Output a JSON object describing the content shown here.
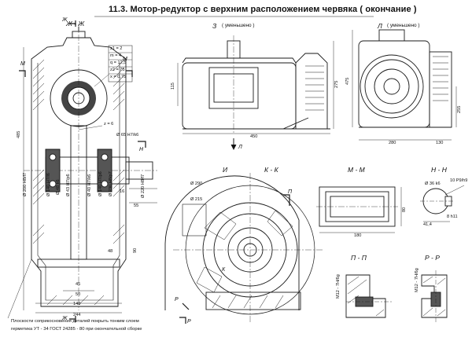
{
  "title": "11.3. Мотор-редуктор с верхним расположением червяка ( окончание )",
  "views": {
    "zh": "Ж - Ж",
    "z": "З",
    "z_note": "( уменьшено )",
    "l": "Л",
    "l_note": "( уменьшено )",
    "i": "И",
    "k": "К - К",
    "m": "М - М",
    "n": "Н - Н",
    "p": "П - П",
    "r": "Р - Р"
  },
  "markers": {
    "zh_top": "Ж",
    "zh_bottom": "Ж",
    "m_left": "М",
    "m_right": "М",
    "n_left": "Н",
    "l_arrow": "Л",
    "k_left": "К",
    "p_arrow": "П",
    "r_left": "Р",
    "r_right": "Р"
  },
  "gear_params": [
    "z1 = 2",
    "m = 4",
    "q = 12,5",
    "z2 = 75",
    "x = 0,75"
  ],
  "dims_left": {
    "d65": "Ø 65 H7/k6",
    "d200": "Ø 200 H8/f7",
    "d140a": "Ø 140 H7/l6",
    "d140b": "Ø 140 H7/p6",
    "d48": "Ø 48 k6",
    "d43": "Ø 43 H7/p6",
    "d40": "Ø 40 H7/k6",
    "d230": "Ø 230 H8/p7",
    "d220": "Ø 220 H8/f7",
    "c55": "55",
    "c16": "16",
    "c45": "45",
    "c50": "50",
    "c140": "140",
    "c244": "244",
    "c48": "48",
    "h485": "485",
    "h90": "90",
    "z6": "z = 6"
  },
  "dims_z": {
    "w450": "450",
    "h275": "275",
    "h115": "115"
  },
  "dims_l": {
    "w280": "280",
    "w130": "130",
    "h475": "475",
    "h255": "255"
  },
  "dims_i": {
    "d290": "Ø 290",
    "d215": "Ø 215"
  },
  "dims_m": {
    "w180": "180",
    "h80": "80"
  },
  "dims_n": {
    "d36": "Ø 36 k6",
    "d10": "10 P9/h9",
    "c41": "41,4",
    "c8": "8 h11"
  },
  "dims_p": {
    "m12": "М12 - 7Н/6g"
  },
  "dims_r": {
    "m12": "М12 - 7Н/6g"
  },
  "footnote": [
    "Плоскости соприкосновения деталей покрыть тонким слоем",
    "герметика УТ - 34 ГОСТ 24285 - 80 при окончательной сборке"
  ]
}
